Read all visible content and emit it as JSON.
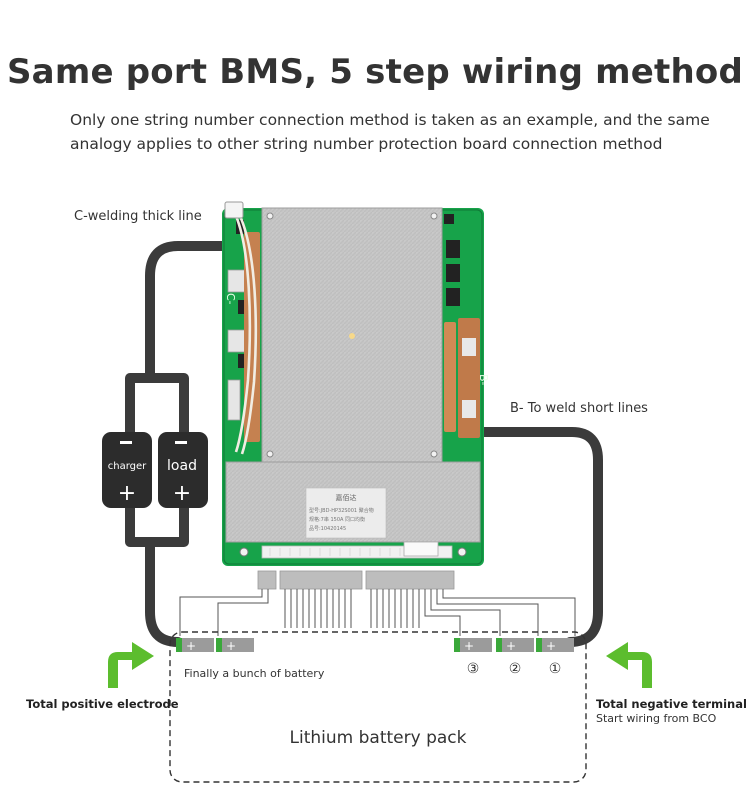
{
  "header": {
    "title": "Same port BMS, 5 step wiring method",
    "subtitle_line1": "Only one string number connection method is taken as an example, and the same",
    "subtitle_line2": "analogy applies to other string number protection board connection method"
  },
  "labels": {
    "c_welding": "C-welding thick line",
    "b_weld": "B- To weld short lines",
    "total_positive": "Total positive electrode",
    "total_negative": "Total negative terminal",
    "start_wiring": "Start wiring from BCO",
    "finally_bunch": "Finally a bunch of battery",
    "battery_pack": "Lithium battery pack"
  },
  "terminals": {
    "charger": {
      "label": "charger",
      "minus": "−",
      "plus": "+"
    },
    "load": {
      "label": "load",
      "minus": "−",
      "plus": "+"
    }
  },
  "board": {
    "pad_c": "C-",
    "pad_b": "B-",
    "sticker_lines": [
      "型号:JBD-HP32S001 聚合物",
      "规格:7串 150A 同口均衡",
      "品号:10420145"
    ]
  },
  "cells": {
    "markers": [
      "③",
      "②",
      "①"
    ]
  },
  "colors": {
    "wire": "#3b3b3b",
    "arrow": "#5cbd2e",
    "pcb": "#16a34a",
    "heatsink": "#c9c9c9",
    "cell": "#9b9b9b",
    "cell_tip": "#3aa83a"
  }
}
